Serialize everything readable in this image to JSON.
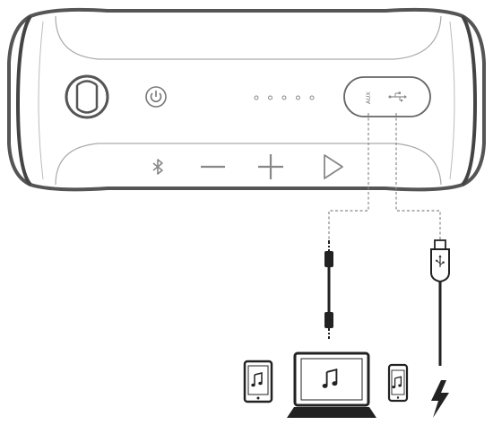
{
  "speaker": {
    "buttons": [
      {
        "name": "power-button",
        "icon": "power-icon"
      },
      {
        "name": "bluetooth-button",
        "icon": "bluetooth-icon"
      },
      {
        "name": "volume-down-button",
        "icon": "minus-icon"
      },
      {
        "name": "volume-up-button",
        "icon": "plus-icon"
      },
      {
        "name": "play-pause-button",
        "icon": "play-icon"
      }
    ],
    "battery_indicator_dots": 5,
    "ports": {
      "aux_label": "AUX",
      "usb_icon": "usb-icon"
    }
  },
  "devices": [
    {
      "type": "tablet",
      "icon": "music-note-icon"
    },
    {
      "type": "laptop",
      "icon": "music-note-icon"
    },
    {
      "type": "phone",
      "icon": "music-note-icon"
    },
    {
      "type": "power-source",
      "icon": "lightning-bolt-icon"
    }
  ],
  "colors": {
    "outline": "#555555",
    "body_fill": "#ffffff",
    "detail": "#999999",
    "dark": "#222222",
    "dash": "#888888"
  }
}
